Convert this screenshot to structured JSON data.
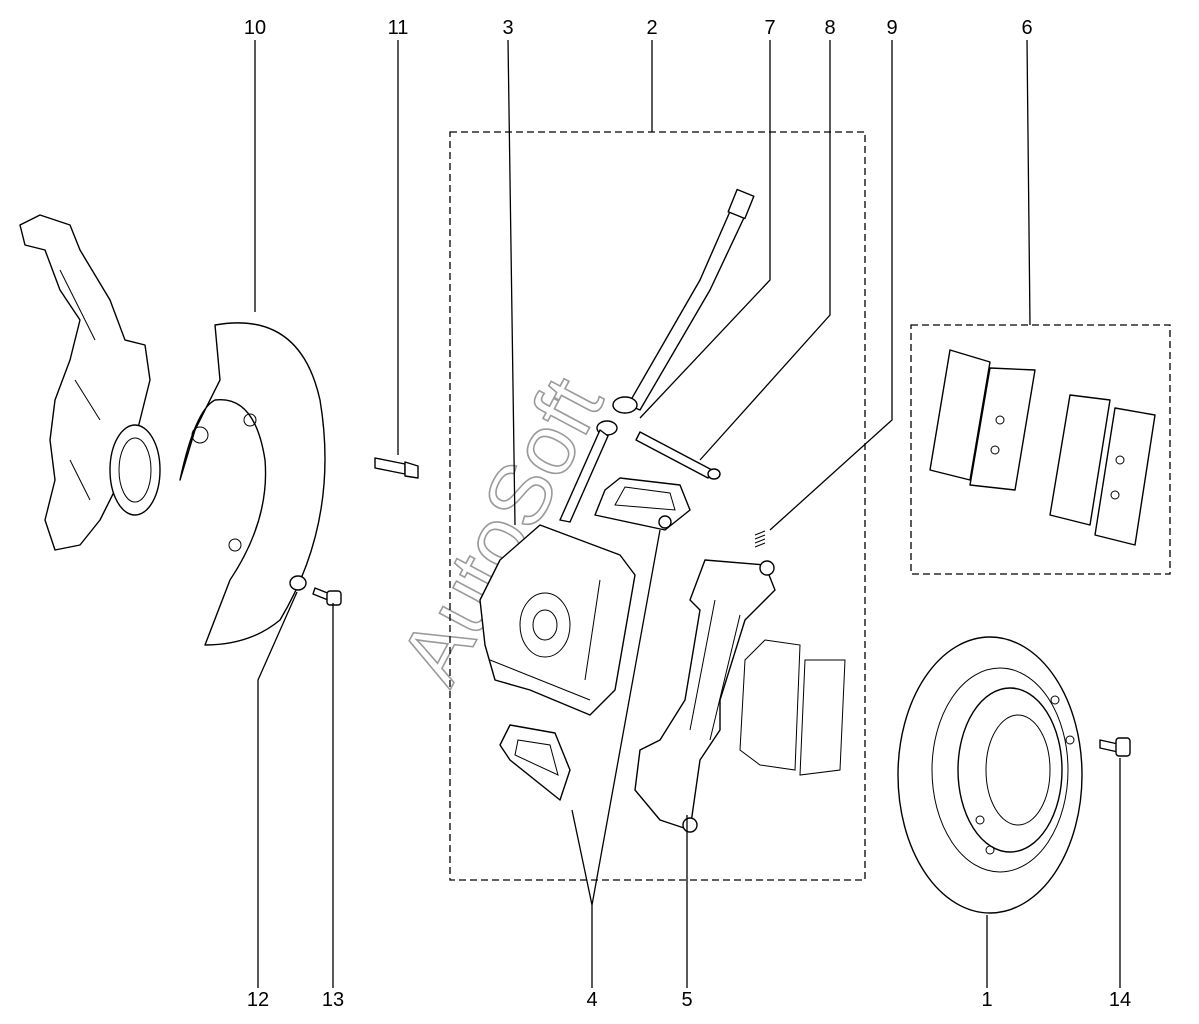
{
  "diagram": {
    "watermark": "AutoSoft",
    "callouts": {
      "c1": "1",
      "c2": "2",
      "c3": "3",
      "c4": "4",
      "c5": "5",
      "c6": "6",
      "c7": "7",
      "c8": "8",
      "c9": "9",
      "c10": "10",
      "c11": "11",
      "c12": "12",
      "c13": "13",
      "c14": "14"
    }
  }
}
